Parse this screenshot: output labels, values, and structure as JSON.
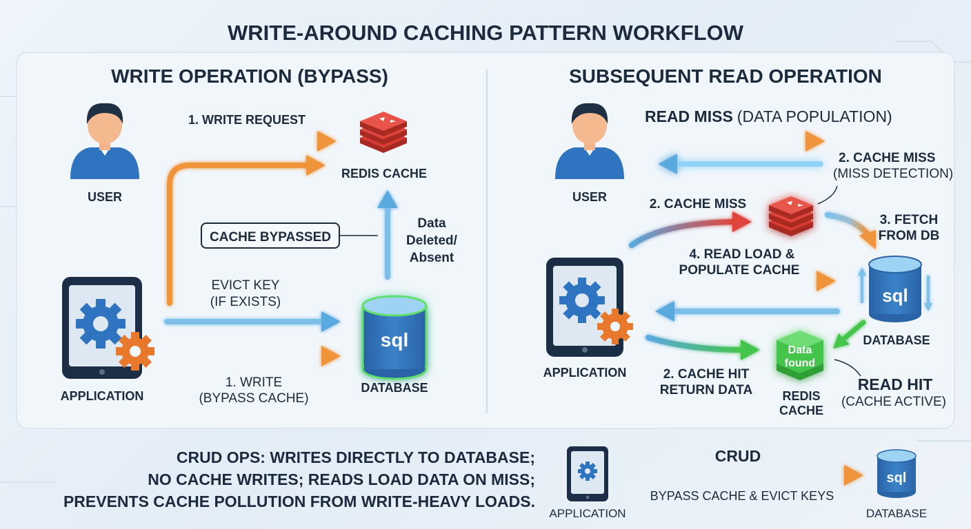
{
  "title": "WRITE-AROUND CACHING PATTERN WORKFLOW",
  "write_panel": {
    "heading": "WRITE OPERATION (BYPASS)",
    "user_label": "USER",
    "redis_label": "REDIS CACHE",
    "application_label": "APPLICATION",
    "database_label": "DATABASE",
    "db_icon_text": "sql",
    "write_request_label": "1. WRITE REQUEST",
    "cache_bypassed_label": "CACHE BYPASSED",
    "data_deleted_line1": "Data",
    "data_deleted_line2": "Deleted/",
    "data_deleted_line3": "Absent",
    "evict_key_line1": "EVICT KEY",
    "evict_key_line2": "(IF EXISTS)",
    "write_line1": "1. WRITE",
    "write_line2": "(BYPASS CACHE)"
  },
  "read_panel": {
    "heading": "SUBSEQUENT READ OPERATION",
    "user_label": "USER",
    "read_miss_bold": "READ MISS",
    "read_miss_rest": "(DATA POPULATION)",
    "cache_miss_2_line1": "2. CACHE MISS",
    "cache_miss_2_line2": "(MISS DETECTION)",
    "cache_miss_label": "2. CACHE MISS",
    "fetch_line1": "3. FETCH",
    "fetch_line2": "FROM DB",
    "read_load_line1": "4. READ LOAD &",
    "read_load_line2": "POPULATE CACHE",
    "application_label": "APPLICATION",
    "database_label": "DATABASE",
    "db_icon_text": "sql",
    "data_found_line1": "Data",
    "data_found_line2": "found",
    "cache_hit_line1": "2. CACHE HIT",
    "cache_hit_line2": "RETURN DATA",
    "redis_cache_line1": "REDIS",
    "redis_cache_line2": "CACHE",
    "read_hit_bold": "READ HIT",
    "read_hit_sub": "(CACHE ACTIVE)"
  },
  "footer": {
    "summary_line1": "CRUD OPS: WRITES DIRECTLY TO DATABASE;",
    "summary_line2": "NO CACHE WRITES; READS LOAD DATA ON MISS;",
    "summary_line3": "PREVENTS CACHE POLLUTION FROM WRITE-HEAVY LOADS.",
    "application_label": "APPLICATION",
    "crud_label": "CRUD",
    "bypass_label": "BYPASS CACHE & EVICT KEYS",
    "database_label": "DATABASE",
    "db_icon_text": "sql"
  },
  "colors": {
    "orange_arrow": "#f0943a",
    "blue_arrow": "#5aa9df",
    "redis_red": "#d93a32",
    "db_blue": "#2f6fb3",
    "green_glow": "#3fd24a"
  }
}
